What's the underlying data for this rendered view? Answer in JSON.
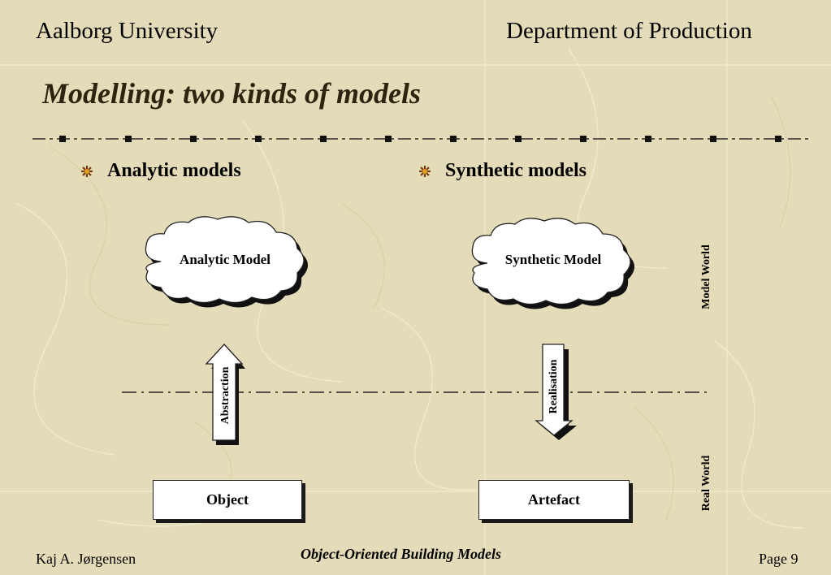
{
  "header": {
    "left": "Aalborg University",
    "right": "Department of Production"
  },
  "title": "Modelling: two kinds of models",
  "bullets": [
    {
      "label": "Analytic models"
    },
    {
      "label": "Synthetic models"
    }
  ],
  "diagram": {
    "analytic_cloud": "Analytic Model",
    "synthetic_cloud": "Synthetic Model",
    "abstraction_arrow": "Abstraction",
    "realisation_arrow": "Realisation",
    "object_box": "Object",
    "artefact_box": "Artefact",
    "model_world": "Model World",
    "real_world": "Real World"
  },
  "footer": {
    "author": "Kaj A. Jørgensen",
    "course": "Object-Oriented Building Models",
    "page": "Page 9"
  }
}
